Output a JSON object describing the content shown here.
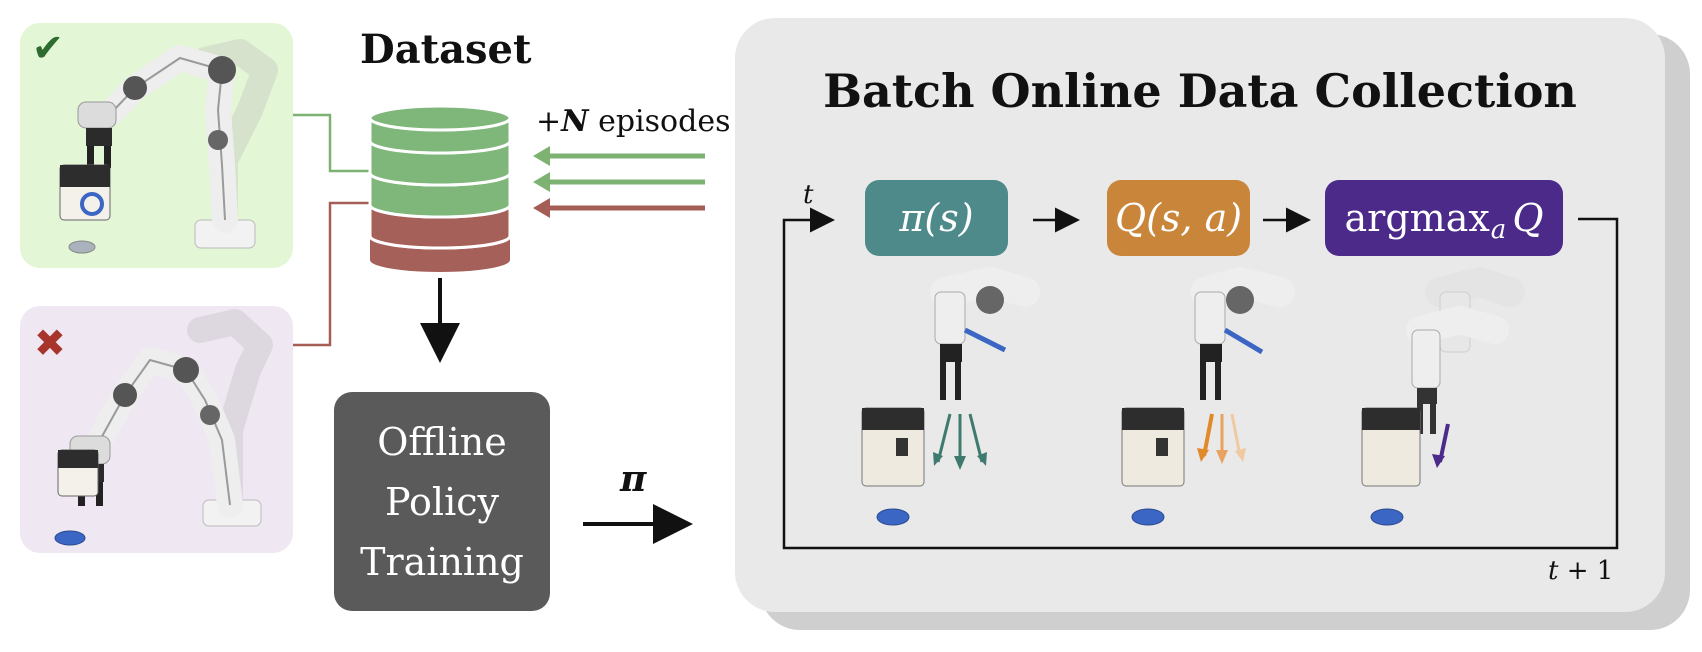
{
  "left_panels": {
    "success": {
      "mark": "✔"
    },
    "failure": {
      "mark": "✖"
    }
  },
  "dataset": {
    "title": "Dataset",
    "episodes_prefix": "+",
    "episodes_n": "N",
    "episodes_suffix": " episodes"
  },
  "training": {
    "line1": "Offline",
    "line2": "Policy",
    "line3": "Training"
  },
  "policy_arrow_label": "π",
  "batch": {
    "title": "Batch Online Data Collection",
    "t_label": "t",
    "t_next_italic": "t",
    "t_next_rest": " + 1",
    "steps": {
      "pi": "π(s)",
      "q": "Q(s, a)",
      "argmax_word": "argmax",
      "argmax_sub": "a",
      "argmax_q": "Q"
    }
  },
  "colors": {
    "success_bg": "#e3f6d5",
    "failure_bg": "#efe7f2",
    "green_stack": "#7fb77b",
    "red_stack": "#a6605a",
    "green_line": "#7db273",
    "red_line": "#a55e56",
    "pi_box": "#4d8a89",
    "q_box": "#c9853a",
    "argmax_box": "#4b2a8a",
    "train_box": "#5a5a5a",
    "batch_panel": "#e9e9e9"
  }
}
